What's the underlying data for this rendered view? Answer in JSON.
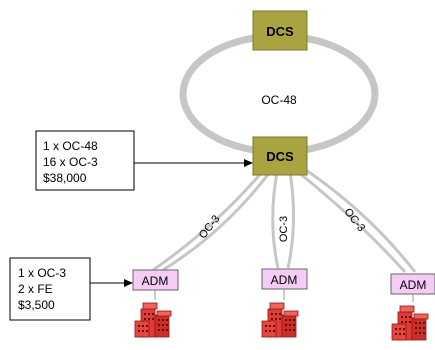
{
  "ring": {
    "label": "OC-48"
  },
  "nodes": {
    "dcs_top": {
      "label": "DCS"
    },
    "dcs_hub": {
      "label": "DCS"
    },
    "adm_left": {
      "label": "ADM"
    },
    "adm_center": {
      "label": "ADM"
    },
    "adm_right": {
      "label": "ADM"
    }
  },
  "links": {
    "left": {
      "label": "OC-3"
    },
    "center": {
      "label": "OC-3"
    },
    "right": {
      "label": "OC-3"
    }
  },
  "callouts": {
    "dcs": {
      "lines": [
        "1 x OC-48",
        "16 x OC-3",
        "$38,000"
      ]
    },
    "adm": {
      "lines": [
        "1 x OC-3",
        "2 x FE",
        "$3,500"
      ]
    }
  },
  "icons": {
    "building": "building-icon"
  },
  "colors": {
    "dcs_fill": "#a9a441",
    "adm_fill": "#f5ccf5",
    "ring_stroke": "#c6c6c6",
    "building_red": "#e23a34"
  }
}
